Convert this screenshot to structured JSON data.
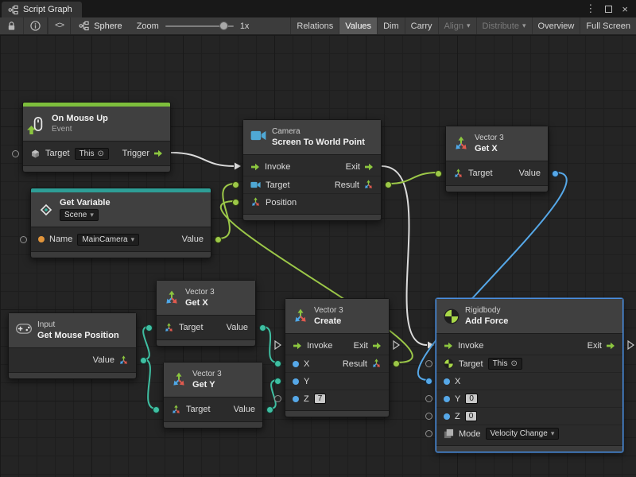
{
  "tab": {
    "title": "Script Graph"
  },
  "icons": {
    "kebab": "⋮",
    "close": "×",
    "code": "<>",
    "dropdown_arrow": "▾",
    "this_target": "⊙"
  },
  "toolbar": {
    "graph_name": "Sphere",
    "zoom_label": "Zoom",
    "zoom_value": "1x",
    "relations": "Relations",
    "values": "Values",
    "dim": "Dim",
    "carry": "Carry",
    "align": "Align",
    "distribute": "Distribute",
    "overview": "Overview",
    "full_screen": "Full Screen"
  },
  "colors": {
    "event_strip_green": "#7DBE3C",
    "variable_strip_teal": "#2E9E96",
    "control_arrow_green": "#8CC63F",
    "wire_control_white": "#DCDCDC",
    "wire_object_lime": "#9CC848",
    "wire_vector_teal": "#3FBFA2",
    "wire_float_blue": "#56A8E8",
    "selection_blue": "#4A90E2",
    "string_port_orange": "#E2953B"
  },
  "nodes": {
    "on_mouse_up": {
      "title": "On Mouse Up",
      "subtitle": "Event",
      "target": "Target",
      "this_label": "This",
      "trigger": "Trigger"
    },
    "get_variable": {
      "title": "Get Variable",
      "scope": "Scene",
      "name": "Name",
      "name_value": "MainCamera",
      "value": "Value"
    },
    "screen_to_world_point": {
      "type": "Camera",
      "member": "Screen To World Point",
      "invoke": "Invoke",
      "exit": "Exit",
      "target": "Target",
      "result": "Result",
      "position": "Position"
    },
    "get_x_top": {
      "type": "Vector 3",
      "member": "Get X",
      "target": "Target",
      "value": "Value"
    },
    "get_mouse_position": {
      "type": "Input",
      "member": "Get Mouse Position",
      "value": "Value"
    },
    "get_x": {
      "type": "Vector 3",
      "member": "Get X",
      "target": "Target",
      "value": "Value"
    },
    "get_y": {
      "type": "Vector 3",
      "member": "Get Y",
      "target": "Target",
      "value": "Value"
    },
    "create": {
      "type": "Vector 3",
      "member": "Create",
      "invoke": "Invoke",
      "exit": "Exit",
      "x": "X",
      "result": "Result",
      "y": "Y",
      "z": "Z",
      "z_value": "7"
    },
    "add_force": {
      "type": "Rigidbody",
      "member": "Add Force",
      "invoke": "Invoke",
      "exit": "Exit",
      "target": "Target",
      "this_label": "This",
      "x": "X",
      "y": "Y",
      "y_value": "0",
      "z": "Z",
      "z_value": "0",
      "mode": "Mode",
      "mode_value": "Velocity Change"
    }
  }
}
